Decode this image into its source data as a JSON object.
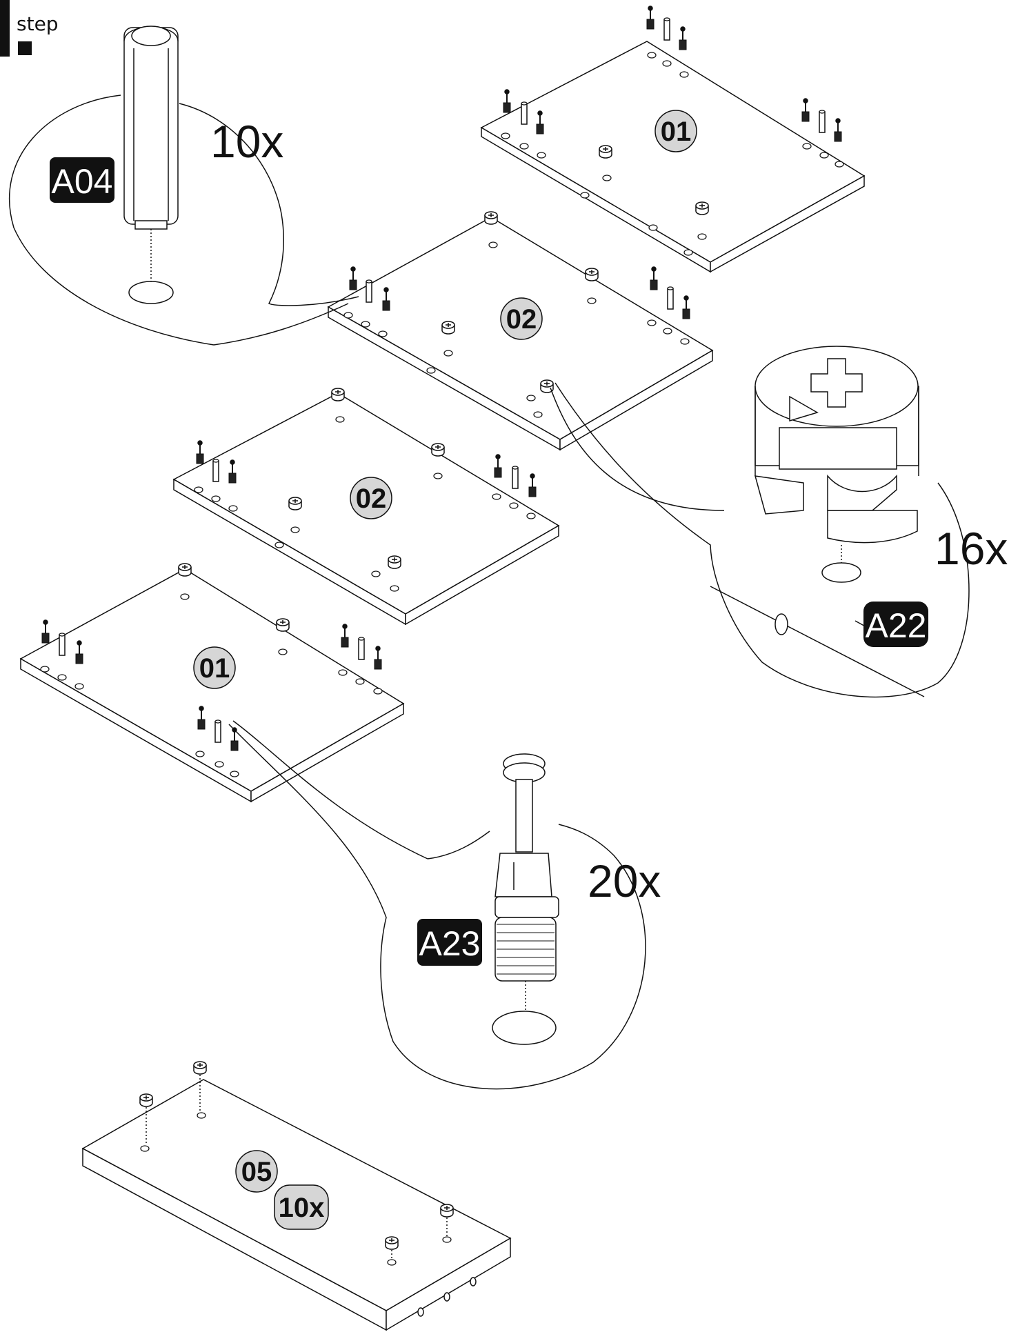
{
  "step": {
    "label": "step"
  },
  "parts": {
    "a04": {
      "code": "A04",
      "count": "10x"
    },
    "a22": {
      "code": "A22",
      "count": "16x"
    },
    "a23": {
      "code": "A23",
      "count": "20x"
    }
  },
  "panels": {
    "p01_top": "01",
    "p02_upper": "02",
    "p02_lower": "02",
    "p01_bottom": "01",
    "p05": "05",
    "p05_qty": "10x"
  },
  "colors": {
    "ink": "#111111",
    "label_fill": "#d6d6d6",
    "tag_bg": "#111111"
  }
}
